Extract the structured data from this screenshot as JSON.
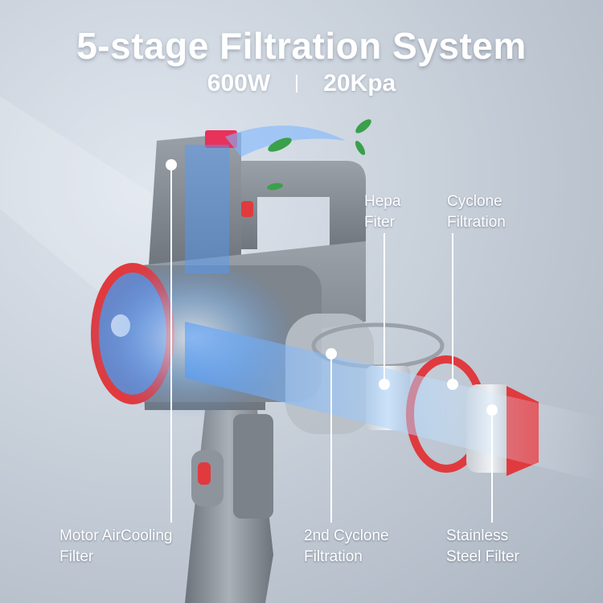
{
  "header": {
    "title": "5-stage Filtration System",
    "power": "600W",
    "suction": "20Kpa"
  },
  "labels": {
    "hepa": [
      "Hepa",
      "Fiter"
    ],
    "cyclone": [
      "Cyclone",
      "Filtration"
    ],
    "motor": [
      "Motor AirCooling",
      "Filter"
    ],
    "second_cyclone": [
      "2nd Cyclone",
      "Filtration"
    ],
    "stainless": [
      "Stainless",
      "Steel Filter"
    ]
  },
  "colors": {
    "accent_red": "#e03a3e",
    "body_gray": "#8d949c",
    "airflow_blue": "#5aa8ff"
  }
}
